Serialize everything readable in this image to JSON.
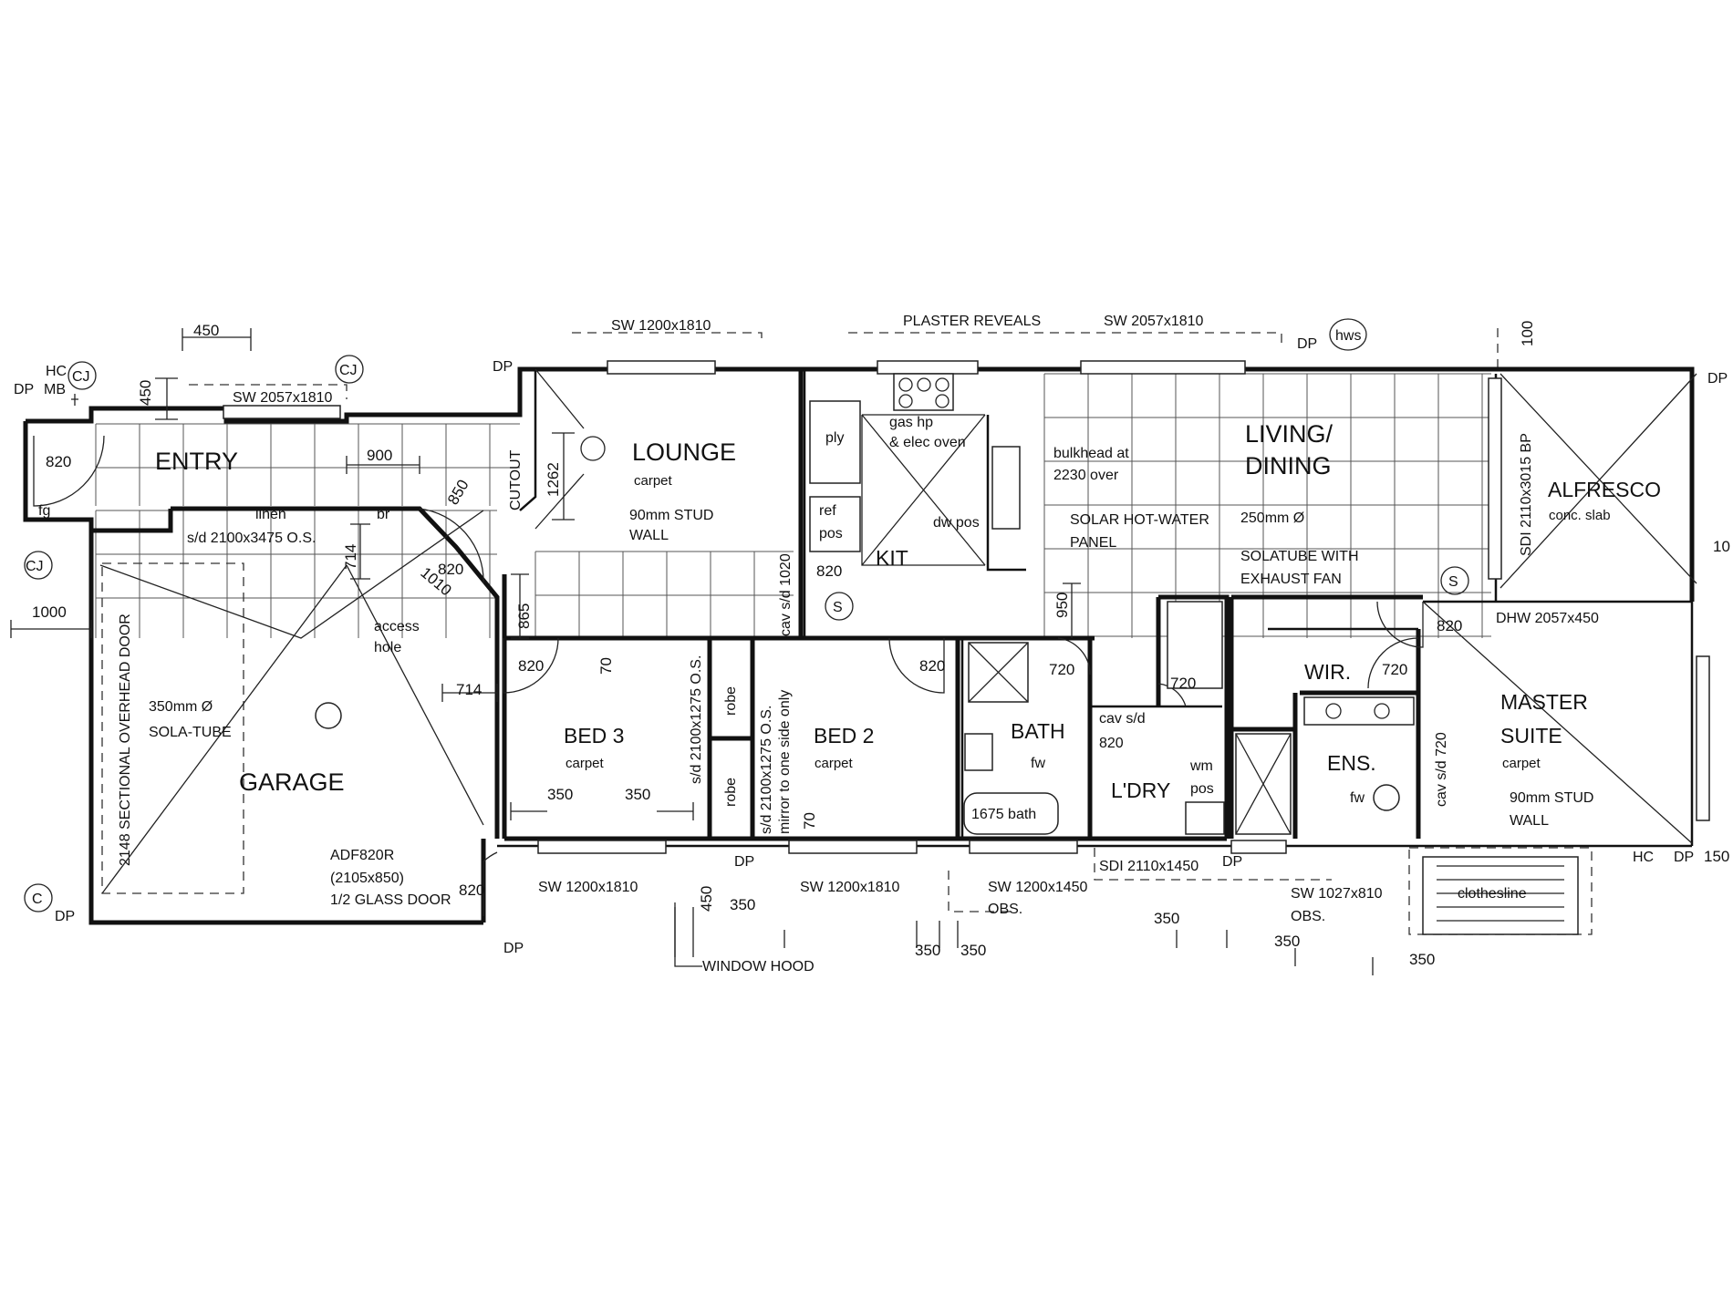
{
  "rooms": {
    "entry": "ENTRY",
    "lounge": "LOUNGE",
    "lounge_floor": "carpet",
    "living": [
      "LIVING/",
      "DINING"
    ],
    "alfresco": "ALFRESCO",
    "alfresco_floor": "conc. slab",
    "garage": "GARAGE",
    "bed3": "BED 3",
    "bed3_floor": "carpet",
    "bed2": "BED 2",
    "bed2_floor": "carpet",
    "bath": "BATH",
    "laundry": "L'DRY",
    "wir": "WIR.",
    "ensuite": "ENS.",
    "master": [
      "MASTER",
      "SUITE"
    ],
    "master_floor": "carpet",
    "kitchen": "KIT"
  },
  "labels": {
    "sw_2057_1810": "SW 2057x1810",
    "sw_1200_1810_top": "SW 1200x1810",
    "plaster_reveals": "PLASTER REVEALS",
    "sw_2057_top": "SW 2057x1810",
    "hws": "hws",
    "dp": "DP",
    "hc": "HC",
    "mb": "MB",
    "cj": "CJ",
    "c": "C",
    "fg": "fg",
    "linen": "linen",
    "br": "br",
    "sd_2100_3475": "s/d 2100x3475 O.S.",
    "cutout": "CUTOUT",
    "stud_wall": [
      "90mm STUD",
      "WALL"
    ],
    "stud_wall_master": [
      "90mm STUD",
      "WALL"
    ],
    "ply": "ply",
    "ref_pos": [
      "ref",
      "pos"
    ],
    "gas_hp": [
      "gas hp",
      "& elec oven"
    ],
    "bulkhead": [
      "bulkhead at",
      "2230 over"
    ],
    "solar": [
      "SOLAR HOT-WATER",
      "PANEL"
    ],
    "solatube": [
      "250mm Ø",
      "SOLATUBE WITH",
      "EXHAUST FAN"
    ],
    "dw_pos": "dw pos",
    "cav_sd_1020": "cav s/d 1020",
    "sdi_2110_3015": "SDI 2110x3015 BP",
    "dhw_2057_450": "DHW 2057x450",
    "access_hole": [
      "access",
      "hole"
    ],
    "sola_tube_garage": [
      "350mm Ø",
      "SOLA-TUBE"
    ],
    "overhead_door": "2148 SECTIONAL OVERHEAD DOOR",
    "adf": [
      "ADF820R",
      "(2105x850)",
      "1/2 GLASS DOOR"
    ],
    "robe": "robe",
    "robe2": "robe",
    "sd_bed3": "s/d 2100x1275 O.S.",
    "sd_bed2": [
      "s/d 2100x1275 O.S.",
      "mirror to one side only"
    ],
    "fw": "fw",
    "fw2": "fw",
    "bath_tub": "1675 bath",
    "cav_sd_820": [
      "cav s/d",
      "820"
    ],
    "wm_pos": [
      "wm",
      "pos"
    ],
    "cav_sd_720": "cav s/d 720",
    "sw_1200_1810_b1": "SW 1200x1810",
    "sw_1200_1810_b2": "SW 1200x1810",
    "sw_1200_1450": "SW 1200x1450",
    "obs1": "OBS.",
    "sdi_2110_1450": "SDI 2110x1450",
    "sw_1027_810": "SW 1027x810",
    "obs2": "OBS.",
    "clothesline": "clothesline",
    "window_hood": "WINDOW HOOD",
    "dp_label": "DP",
    "s": "S"
  },
  "dims": {
    "d450_top": "450",
    "d450_left": "450",
    "d900": "900",
    "d850": "850",
    "d1262": "1262",
    "d714a": "714",
    "d714b": "714",
    "d1010": "1010",
    "d865": "865",
    "d1000": "1000",
    "d820_entry": "820",
    "d820_gar": "820",
    "d820_kit": "820",
    "d820_bed3": "820",
    "d820_bed2": "820",
    "d820_master": "820",
    "d820_adf": "820",
    "d70a": "70",
    "d70b": "70",
    "d950": "950",
    "d720_bath": "720",
    "d720_ldry": "720",
    "d720_wir": "720",
    "d350_b3a": "350",
    "d350_b3b": "350",
    "d450_bot": "450",
    "d350_bot1": "350",
    "d350_bot2": "350",
    "d350_bot3": "350",
    "d350_bot4": "350",
    "d350_bot5": "350",
    "d350_bot6": "350",
    "d100": "100",
    "d150": "150",
    "d10": "10"
  }
}
